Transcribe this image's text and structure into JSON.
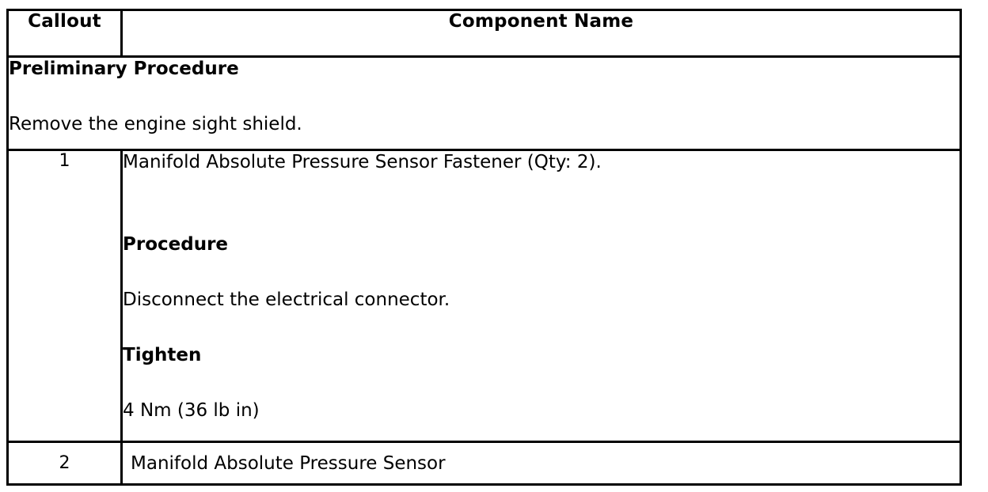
{
  "document": {
    "type": "service-procedure-table",
    "background_color": "#ffffff",
    "text_color": "#000000",
    "border_color": "#000000"
  },
  "table": {
    "headers": {
      "callout": "Callout",
      "component_name": "Component Name"
    },
    "preliminary": {
      "title": "Preliminary Procedure",
      "text": "Remove the engine sight shield."
    },
    "rows": [
      {
        "callout": "1",
        "component_name": "Manifold Absolute Pressure Sensor Fastener (Qty: 2).",
        "procedure_heading": "Procedure",
        "procedure_text": "Disconnect the electrical connector.",
        "tighten_heading": "Tighten",
        "torque_spec": "4 Nm (36 lb in)"
      },
      {
        "callout": "2",
        "component_name": "Manifold Absolute Pressure Sensor"
      }
    ]
  }
}
